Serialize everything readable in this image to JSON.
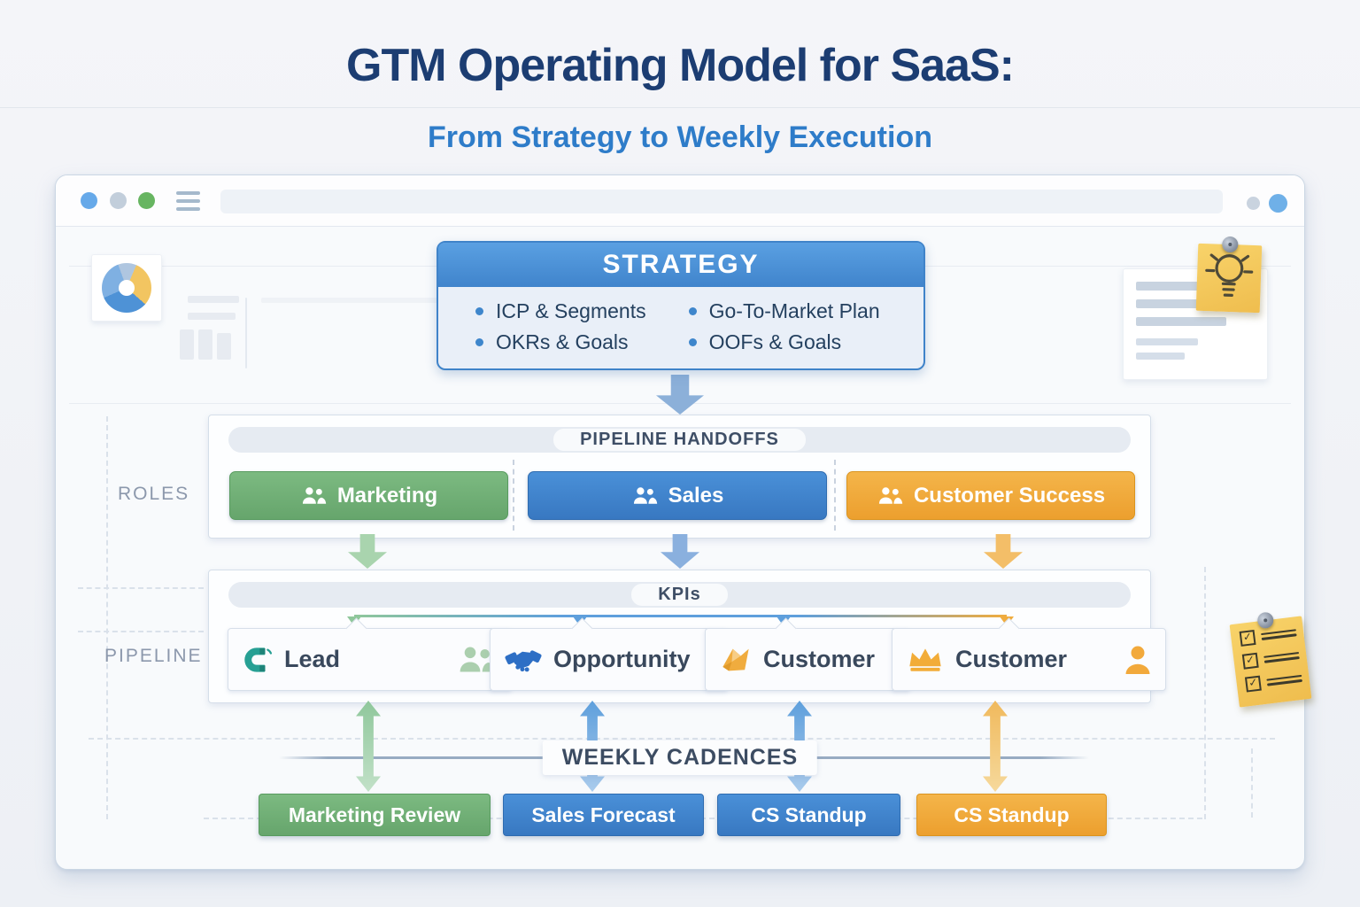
{
  "header": {
    "title": "GTM Operating Model for SaaS:",
    "subtitle": "From Strategy to Weekly Execution"
  },
  "strategy": {
    "title": "STRATEGY",
    "columns": [
      {
        "items": [
          "ICP & Segments",
          "OKRs & Goals"
        ]
      },
      {
        "items": [
          "Go-To-Market Plan",
          "OOFs & Goals"
        ]
      }
    ]
  },
  "roles": {
    "side_label": "ROLES",
    "bar_title": "PIPELINE HANDOFFS",
    "items": [
      {
        "label": "Marketing",
        "icon": "team-icon",
        "color": "#6FAE74"
      },
      {
        "label": "Sales",
        "icon": "team-icon",
        "color": "#3C80C8"
      },
      {
        "label": "Customer Success",
        "icon": "team-icon",
        "color": "#F0AC3E"
      }
    ]
  },
  "pipeline": {
    "side_label": "PIPELINE",
    "bar_title": "KPIs",
    "stages": [
      {
        "label": "Lead",
        "icon": "magnet-icon",
        "secondary_icon": "people-icon"
      },
      {
        "label": "Opportunity",
        "icon": "handshake-icon"
      },
      {
        "label": "Customer",
        "icon": "folded-paper-icon"
      },
      {
        "label": "Customer",
        "icon": "crown-icon",
        "secondary_icon": "person-icon"
      }
    ]
  },
  "cadences": {
    "bar_title": "WEEKLY CADENCES",
    "items": [
      {
        "label": "Marketing Review",
        "color": "#6FAE74"
      },
      {
        "label": "Sales Forecast",
        "color": "#3C80C8"
      },
      {
        "label": "CS Standup",
        "color": "#3C80C8"
      },
      {
        "label": "CS Standup",
        "color": "#F0AC3E"
      }
    ]
  },
  "colors": {
    "title_navy": "#1C3D72",
    "subtitle_blue": "#2E7CC9",
    "strategy_blue": "#4084CC",
    "green": "#6FAE74",
    "blue": "#3C80C8",
    "orange": "#F0AC3E",
    "panel_text": "#3E4E66"
  }
}
